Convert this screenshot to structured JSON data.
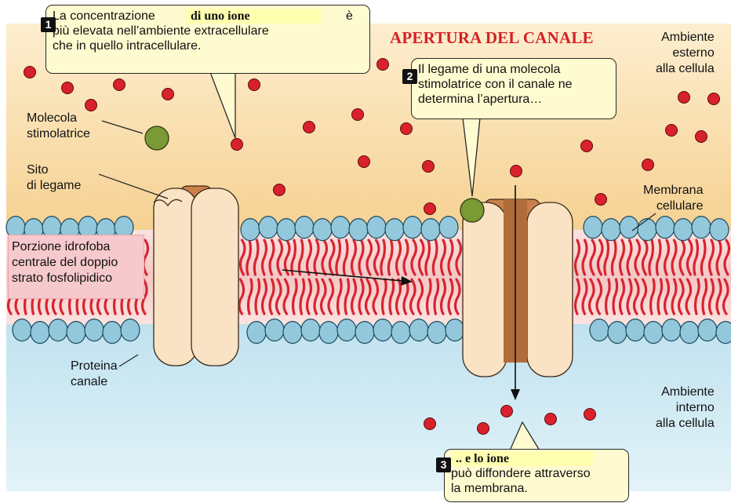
{
  "title": "APERTURA DEL CANALE",
  "colors": {
    "extracellular": "#f6d192",
    "intracellular": "#c4e5f0",
    "ion": "#d9212c",
    "molecule": "#7a9a35",
    "phospholipid_head": "#93c7dc",
    "lipid_tail": "#d8242f",
    "protein": "#fae3c4",
    "protein_core": "#c9804a",
    "callout": "#fffbd0"
  },
  "callouts": {
    "step1": {
      "number": "1",
      "line1_start": "La concentrazione",
      "line1_highlight": "di uno ione",
      "line1_end": "è",
      "line2": "più elevata nell’ambiente extracellulare",
      "line3": "che in quello intracellulare."
    },
    "step2": {
      "number": "2",
      "line1": "Il legame di una molecola",
      "line2": "stimolatrice con il canale ne",
      "line3": "determina l’apertura…"
    },
    "step3": {
      "number": "3",
      "line1_highlight": ".. e lo ione",
      "line2": "può diffondere attraverso",
      "line3": "la membrana."
    }
  },
  "labels": {
    "molecule": [
      "Molecola",
      "stimolatrice"
    ],
    "binding_site": [
      "Sito",
      "di legame"
    ],
    "membrane": [
      "Membrana",
      "cellulare"
    ],
    "hydrophobic": [
      "Porzione idrofoba",
      "centrale del doppio",
      "strato fosfolipidico"
    ],
    "protein": [
      "Proteina",
      "canale"
    ],
    "outside": [
      "Ambiente",
      "esterno",
      "alla cellula"
    ],
    "inside": [
      "Ambiente",
      "interno",
      "alla cellula"
    ]
  }
}
